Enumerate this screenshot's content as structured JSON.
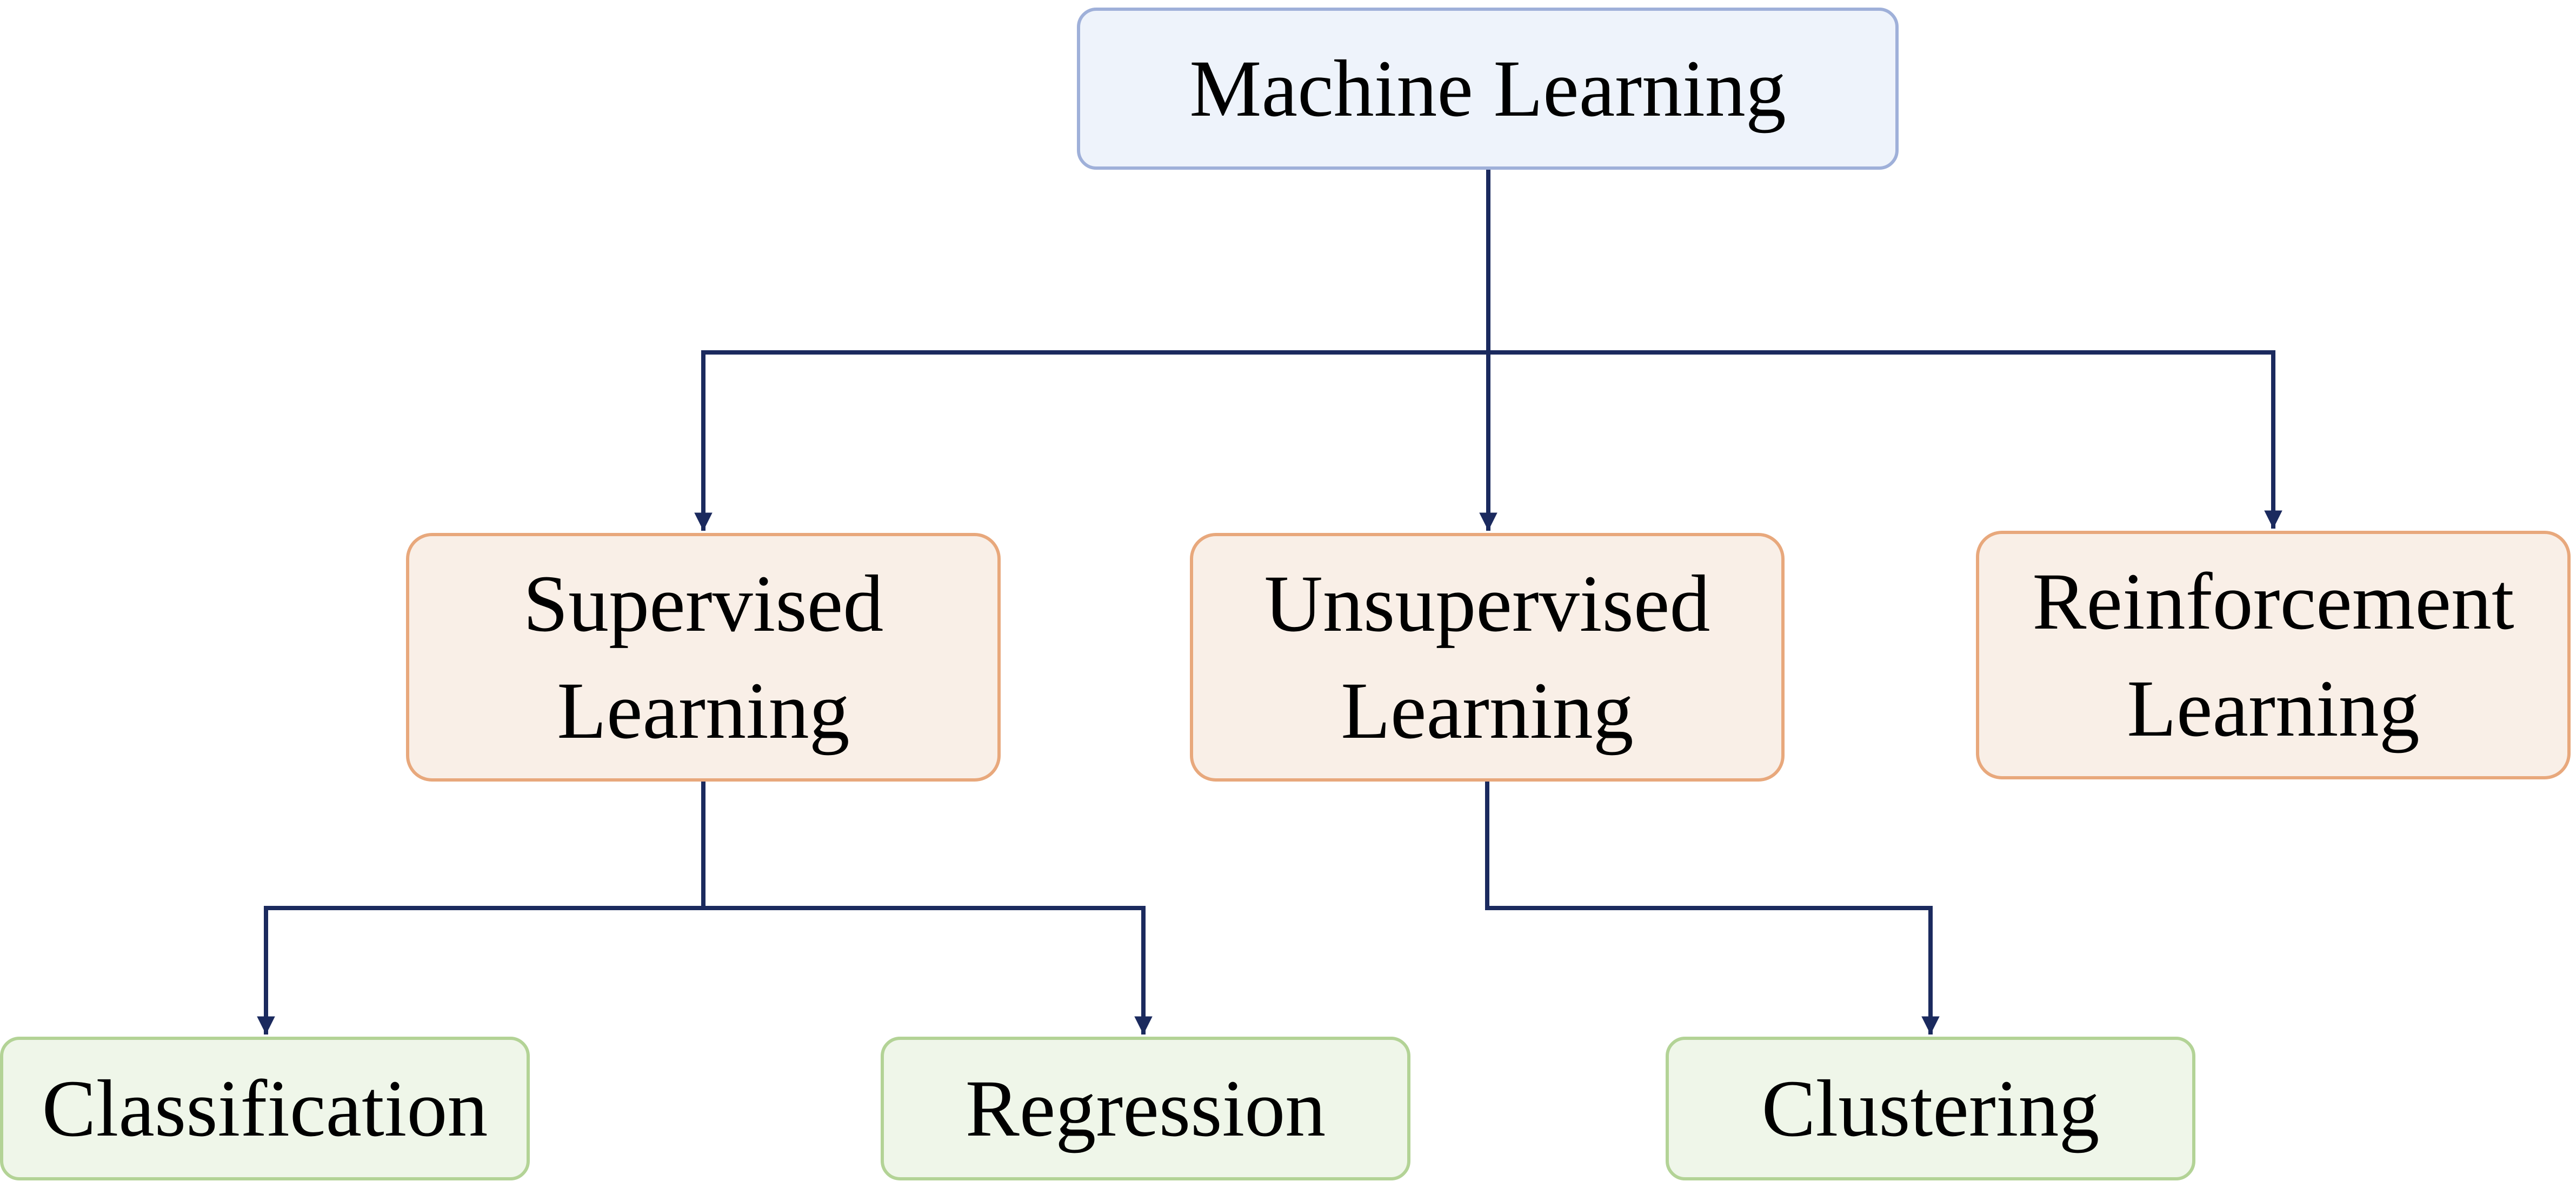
{
  "diagram": {
    "connector_color": "#1b2a5e",
    "nodes": {
      "root": {
        "label": "Machine Learning",
        "fill": "#eef3fb",
        "stroke": "#9fb0d9"
      },
      "supervised": {
        "label": "Supervised\nLearning",
        "fill": "#f9efe7",
        "stroke": "#e8a87c"
      },
      "unsupervised": {
        "label": "Unsupervised\nLearning",
        "fill": "#f9efe7",
        "stroke": "#e8a87c"
      },
      "reinforcement": {
        "label": "Reinforcement\nLearning",
        "fill": "#f9efe7",
        "stroke": "#e8a87c"
      },
      "classification": {
        "label": "Classification",
        "fill": "#eff6e9",
        "stroke": "#b3d396"
      },
      "regression": {
        "label": "Regression",
        "fill": "#eff6e9",
        "stroke": "#b3d396"
      },
      "clustering": {
        "label": "Clustering",
        "fill": "#eff6e9",
        "stroke": "#b3d396"
      }
    },
    "edges": [
      {
        "from": "root",
        "to": "supervised"
      },
      {
        "from": "root",
        "to": "unsupervised"
      },
      {
        "from": "root",
        "to": "reinforcement"
      },
      {
        "from": "supervised",
        "to": "classification"
      },
      {
        "from": "supervised",
        "to": "regression"
      },
      {
        "from": "unsupervised",
        "to": "clustering"
      }
    ]
  }
}
